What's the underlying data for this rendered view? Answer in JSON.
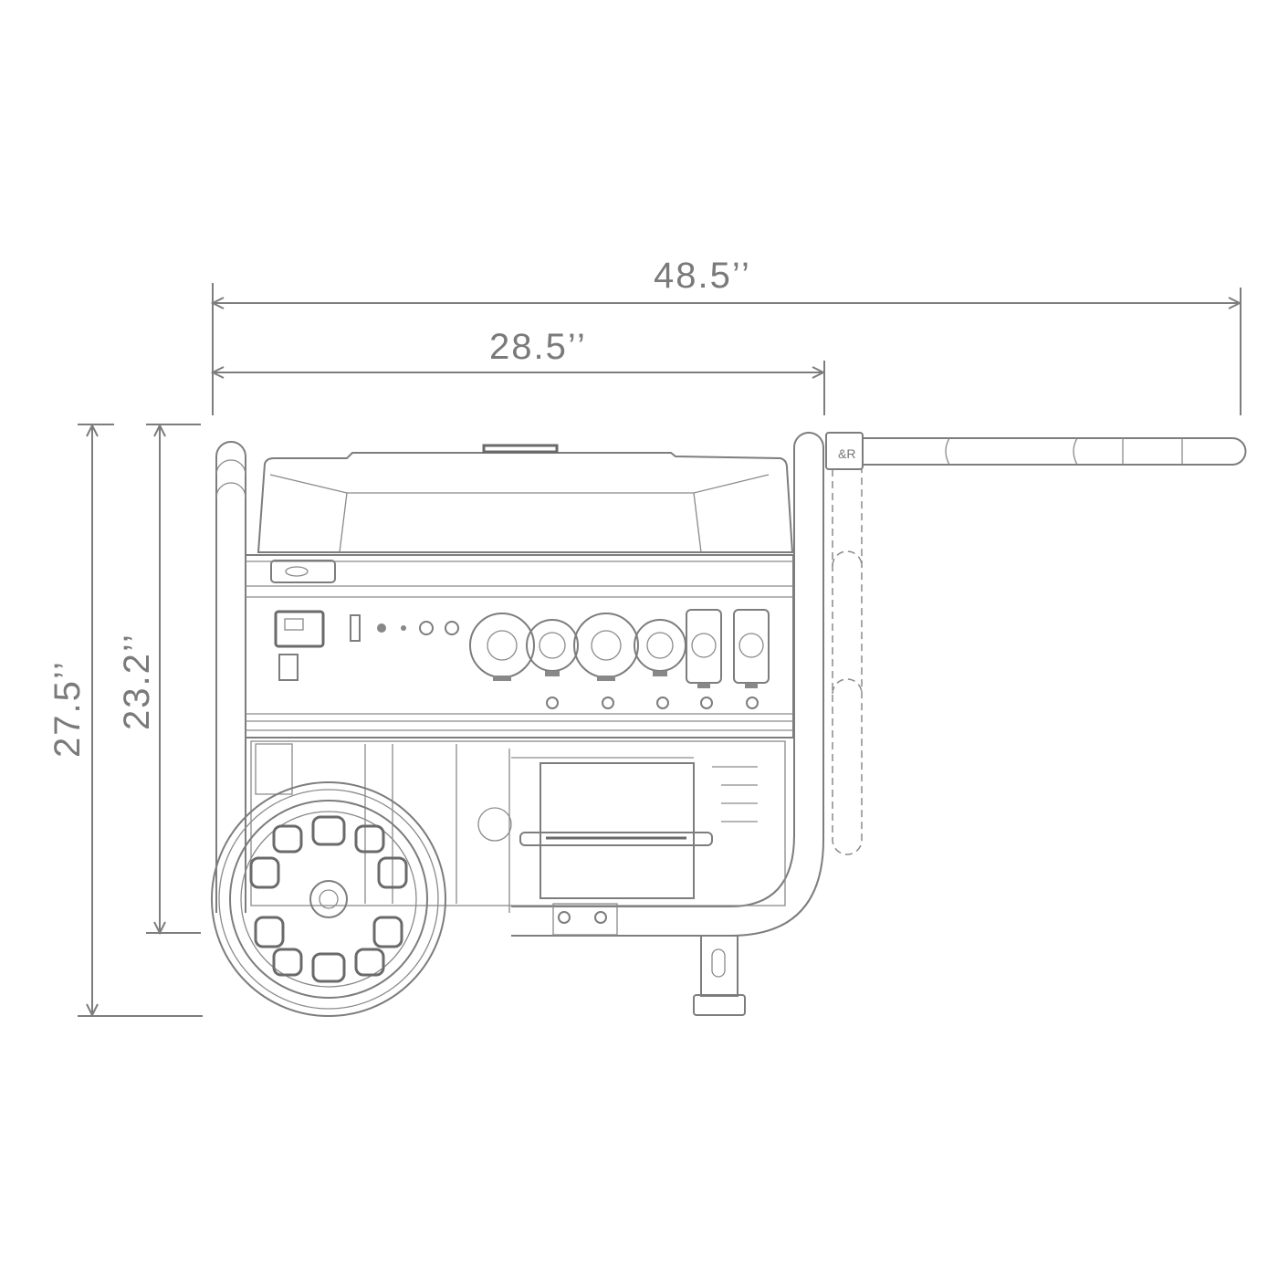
{
  "title": "Portable generator dimension drawing",
  "dimensions": {
    "overall_length": "48.5’’",
    "body_length": "28.5’’",
    "body_height": "23.2’’",
    "overall_height": "27.5’’"
  },
  "colors": {
    "line": "#7d7d7d",
    "text": "#7a7a7a",
    "background": "#ffffff"
  }
}
